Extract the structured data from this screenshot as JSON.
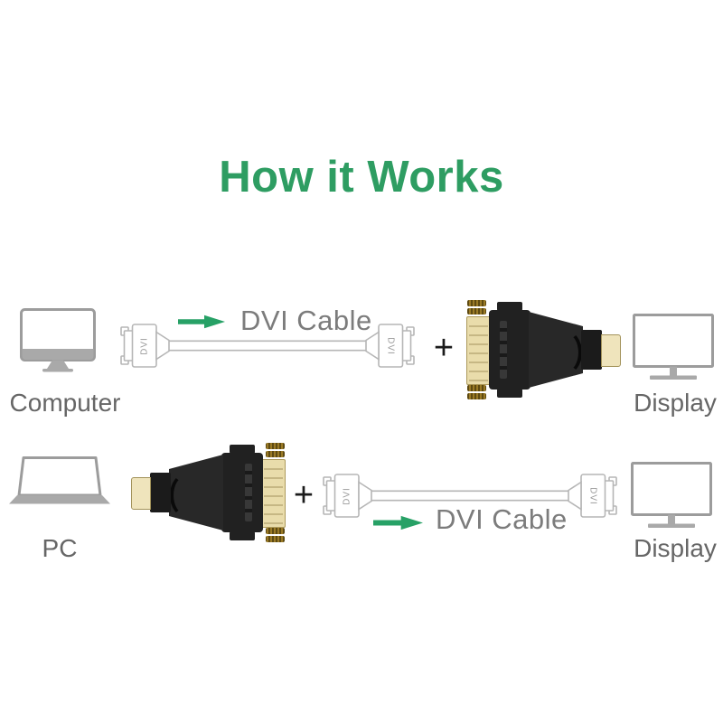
{
  "title": {
    "text": "How it Works"
  },
  "colors": {
    "title_green": "#2E9D62",
    "arrow_green": "#27A166",
    "device_label_gray": "#666666",
    "cable_label_gray": "#7C7C7C",
    "icon_outline_gray": "#9C9C9C",
    "icon_fill_gray": "#A9A9A9",
    "adapter_black": "#212121",
    "connector_gold": "#E9DCAB"
  },
  "rows": [
    {
      "source_label": "Computer",
      "cable_label": "DVI Cable",
      "connector_label": "DVI",
      "plus": "+",
      "target_label": "Display"
    },
    {
      "source_label": "PC",
      "cable_label": "DVI Cable",
      "connector_label": "DVI",
      "plus": "+",
      "target_label": "Display"
    }
  ]
}
